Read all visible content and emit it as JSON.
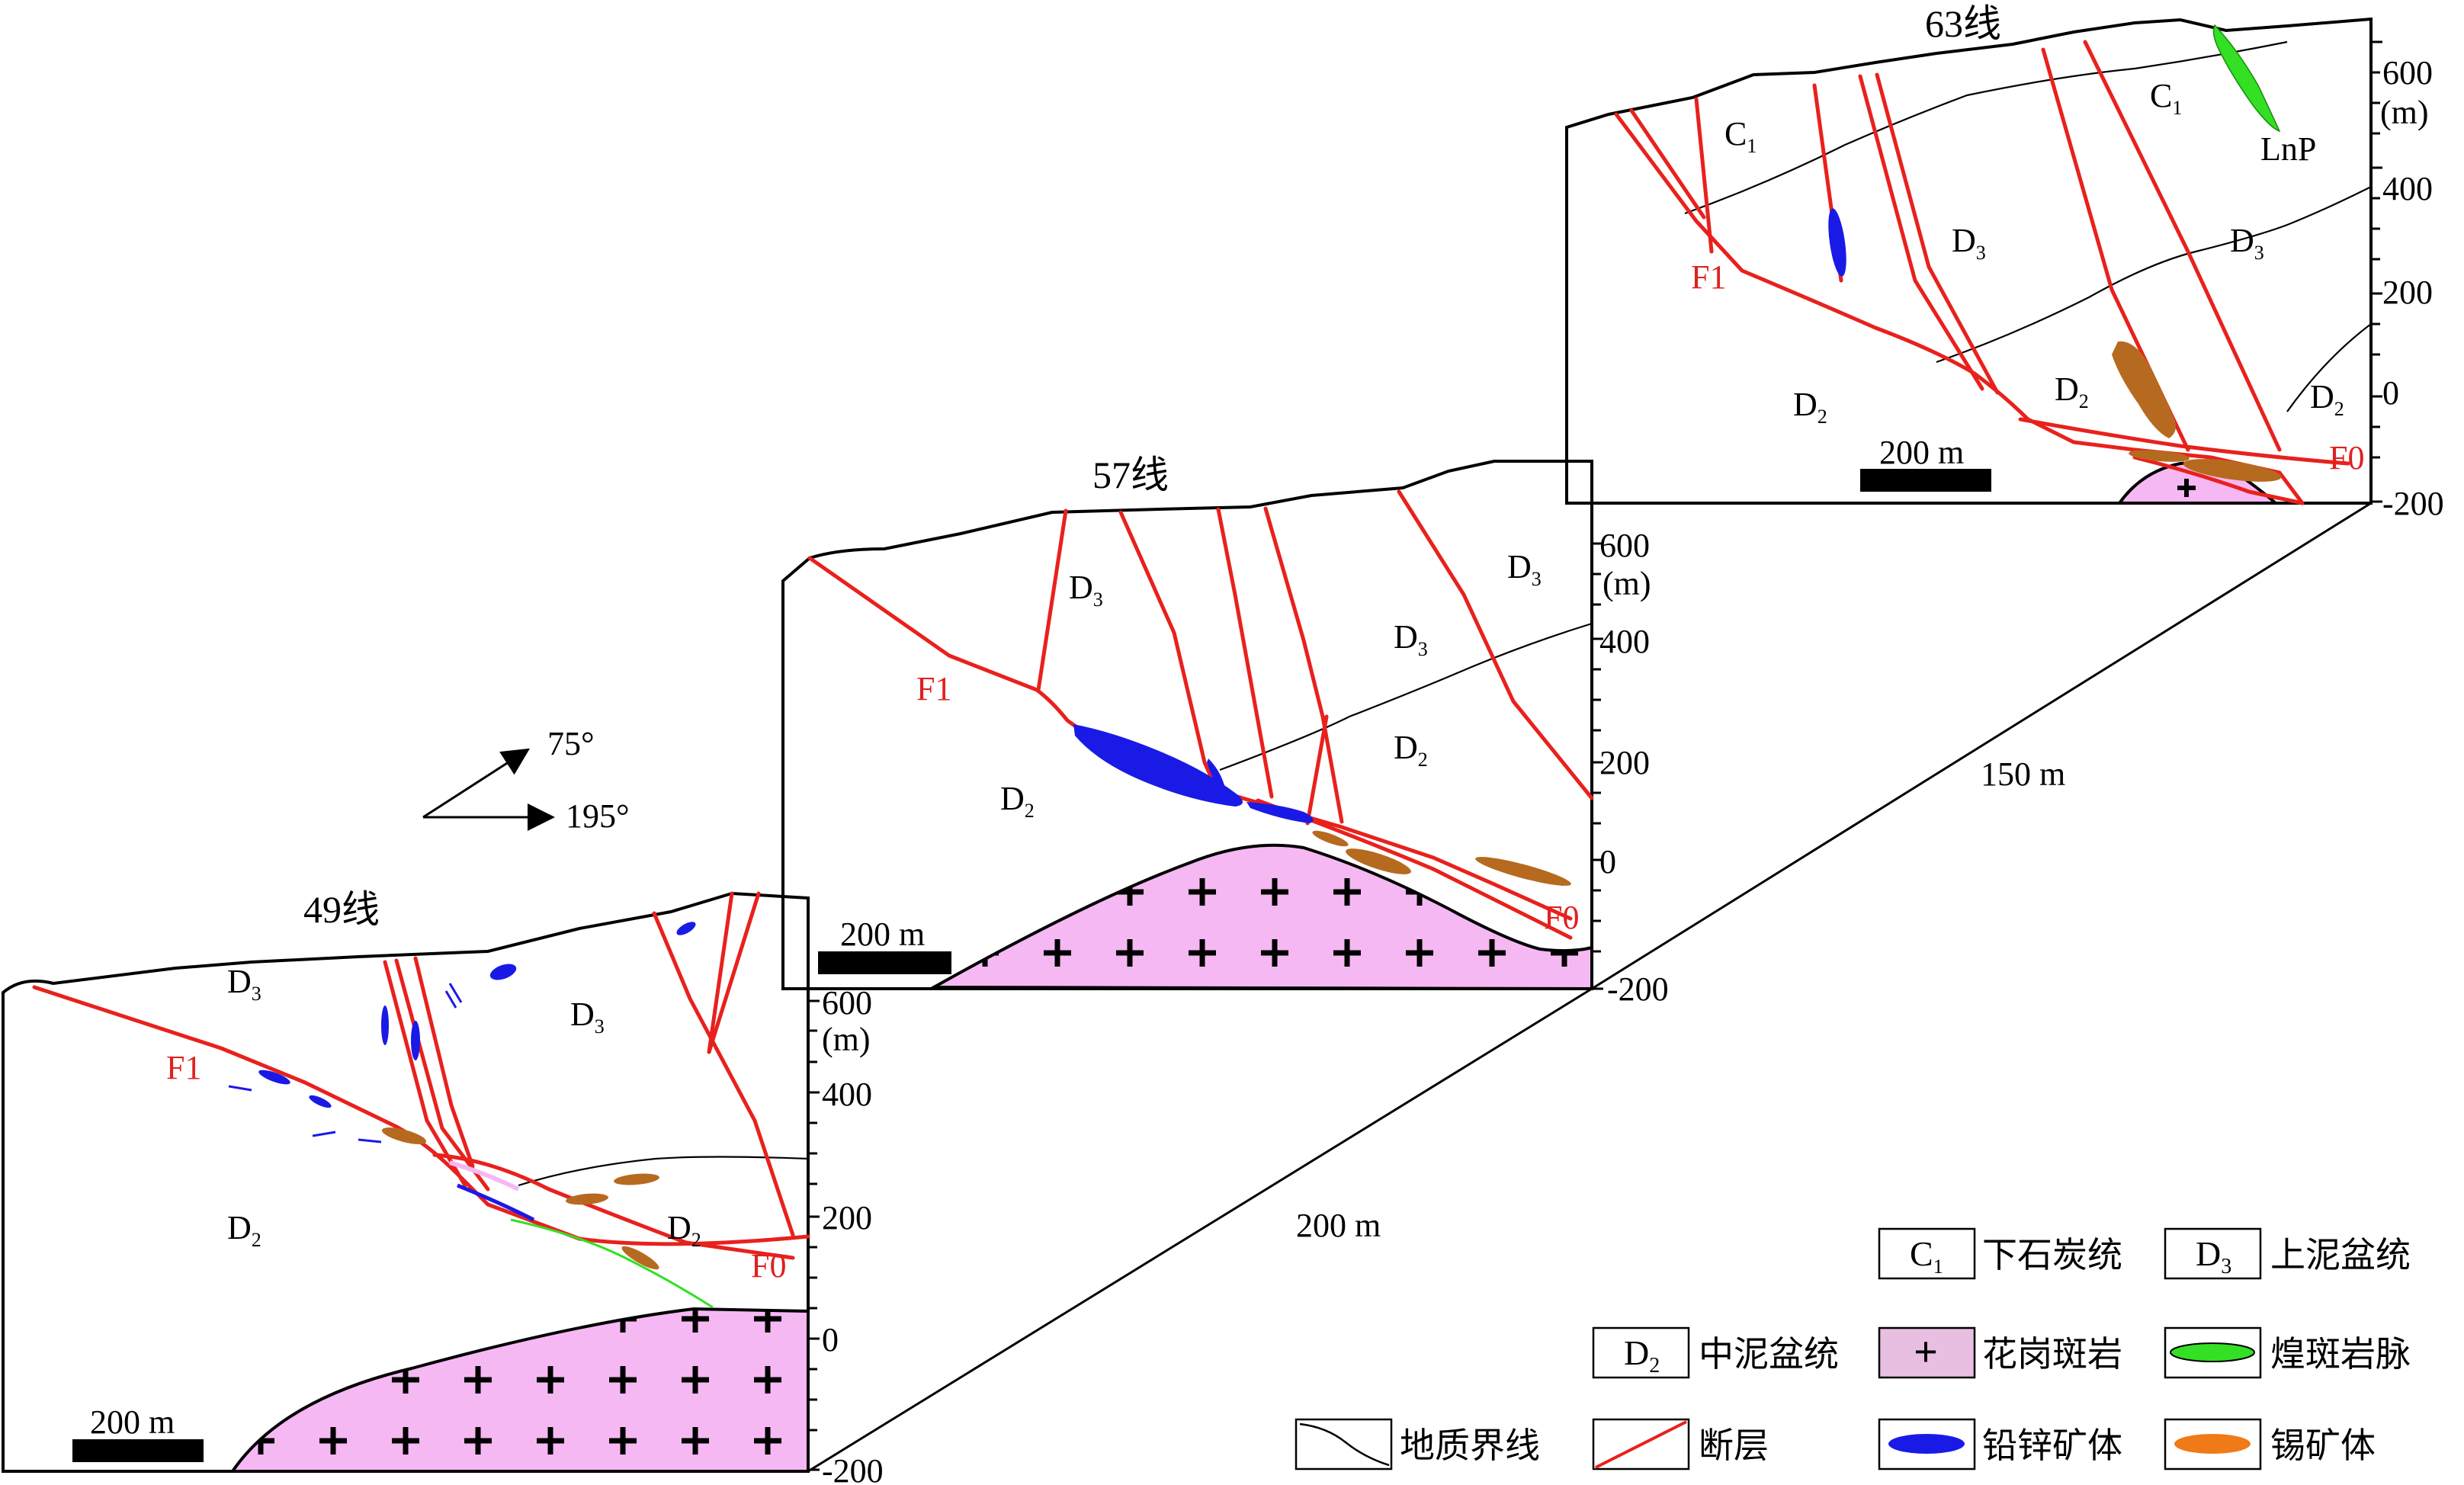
{
  "orientation": {
    "arrow_upper": "75°",
    "arrow_lower": "195°"
  },
  "sections": [
    {
      "id": "49",
      "title": "49线",
      "unit_labels": [
        "D",
        "D",
        "D",
        "D"
      ],
      "unit_subs": [
        "3",
        "3",
        "2",
        "2"
      ],
      "fault_labels": [
        "F1",
        "F0"
      ],
      "scale_bar": "200 m",
      "axis_ticks": [
        "600",
        "(m)",
        "400",
        "200",
        "0",
        "-200"
      ]
    },
    {
      "id": "57",
      "title": "57线",
      "unit_labels": [
        "D",
        "D",
        "D",
        "D",
        "D"
      ],
      "unit_subs": [
        "3",
        "3",
        "3",
        "2",
        "2"
      ],
      "fault_labels": [
        "F1",
        "F0"
      ],
      "scale_bar": "200 m",
      "axis_ticks": [
        "600",
        "(m)",
        "400",
        "200",
        "0",
        "-200"
      ]
    },
    {
      "id": "63",
      "title": "63线",
      "unit_labels": [
        "C",
        "C",
        "D",
        "D",
        "D",
        "D",
        "D"
      ],
      "unit_subs": [
        "1",
        "1",
        "3",
        "3",
        "2",
        "2",
        "2"
      ],
      "dike_label": "LnP",
      "fault_labels": [
        "F1",
        "F0"
      ],
      "scale_bar": "200 m",
      "axis_ticks": [
        "600",
        "(m)",
        "400",
        "200",
        "0",
        "-200"
      ]
    }
  ],
  "spacing_labels": [
    "200 m",
    "150 m"
  ],
  "legend": {
    "items": [
      {
        "symbol": "C",
        "sub": "1",
        "label": "下石炭统"
      },
      {
        "symbol": "D",
        "sub": "3",
        "label": "上泥盆统"
      },
      {
        "symbol": "D",
        "sub": "2",
        "label": "中泥盆统"
      },
      {
        "symbol": "+",
        "label": "花岗斑岩"
      },
      {
        "symbol": "dike",
        "label": "煌斑岩脉"
      },
      {
        "symbol": "geo-line",
        "label": "地质界线"
      },
      {
        "symbol": "fault-line",
        "label": "断层"
      },
      {
        "symbol": "pbzn",
        "label": "铅锌矿体"
      },
      {
        "symbol": "sn",
        "label": "锡矿体"
      }
    ]
  },
  "colors": {
    "fault": "#e8211d",
    "granite": "#f6b8f3",
    "pbzn_ore": "#1a1ae6",
    "sn_ore": "#b66a1f",
    "dike": "#33e024"
  }
}
